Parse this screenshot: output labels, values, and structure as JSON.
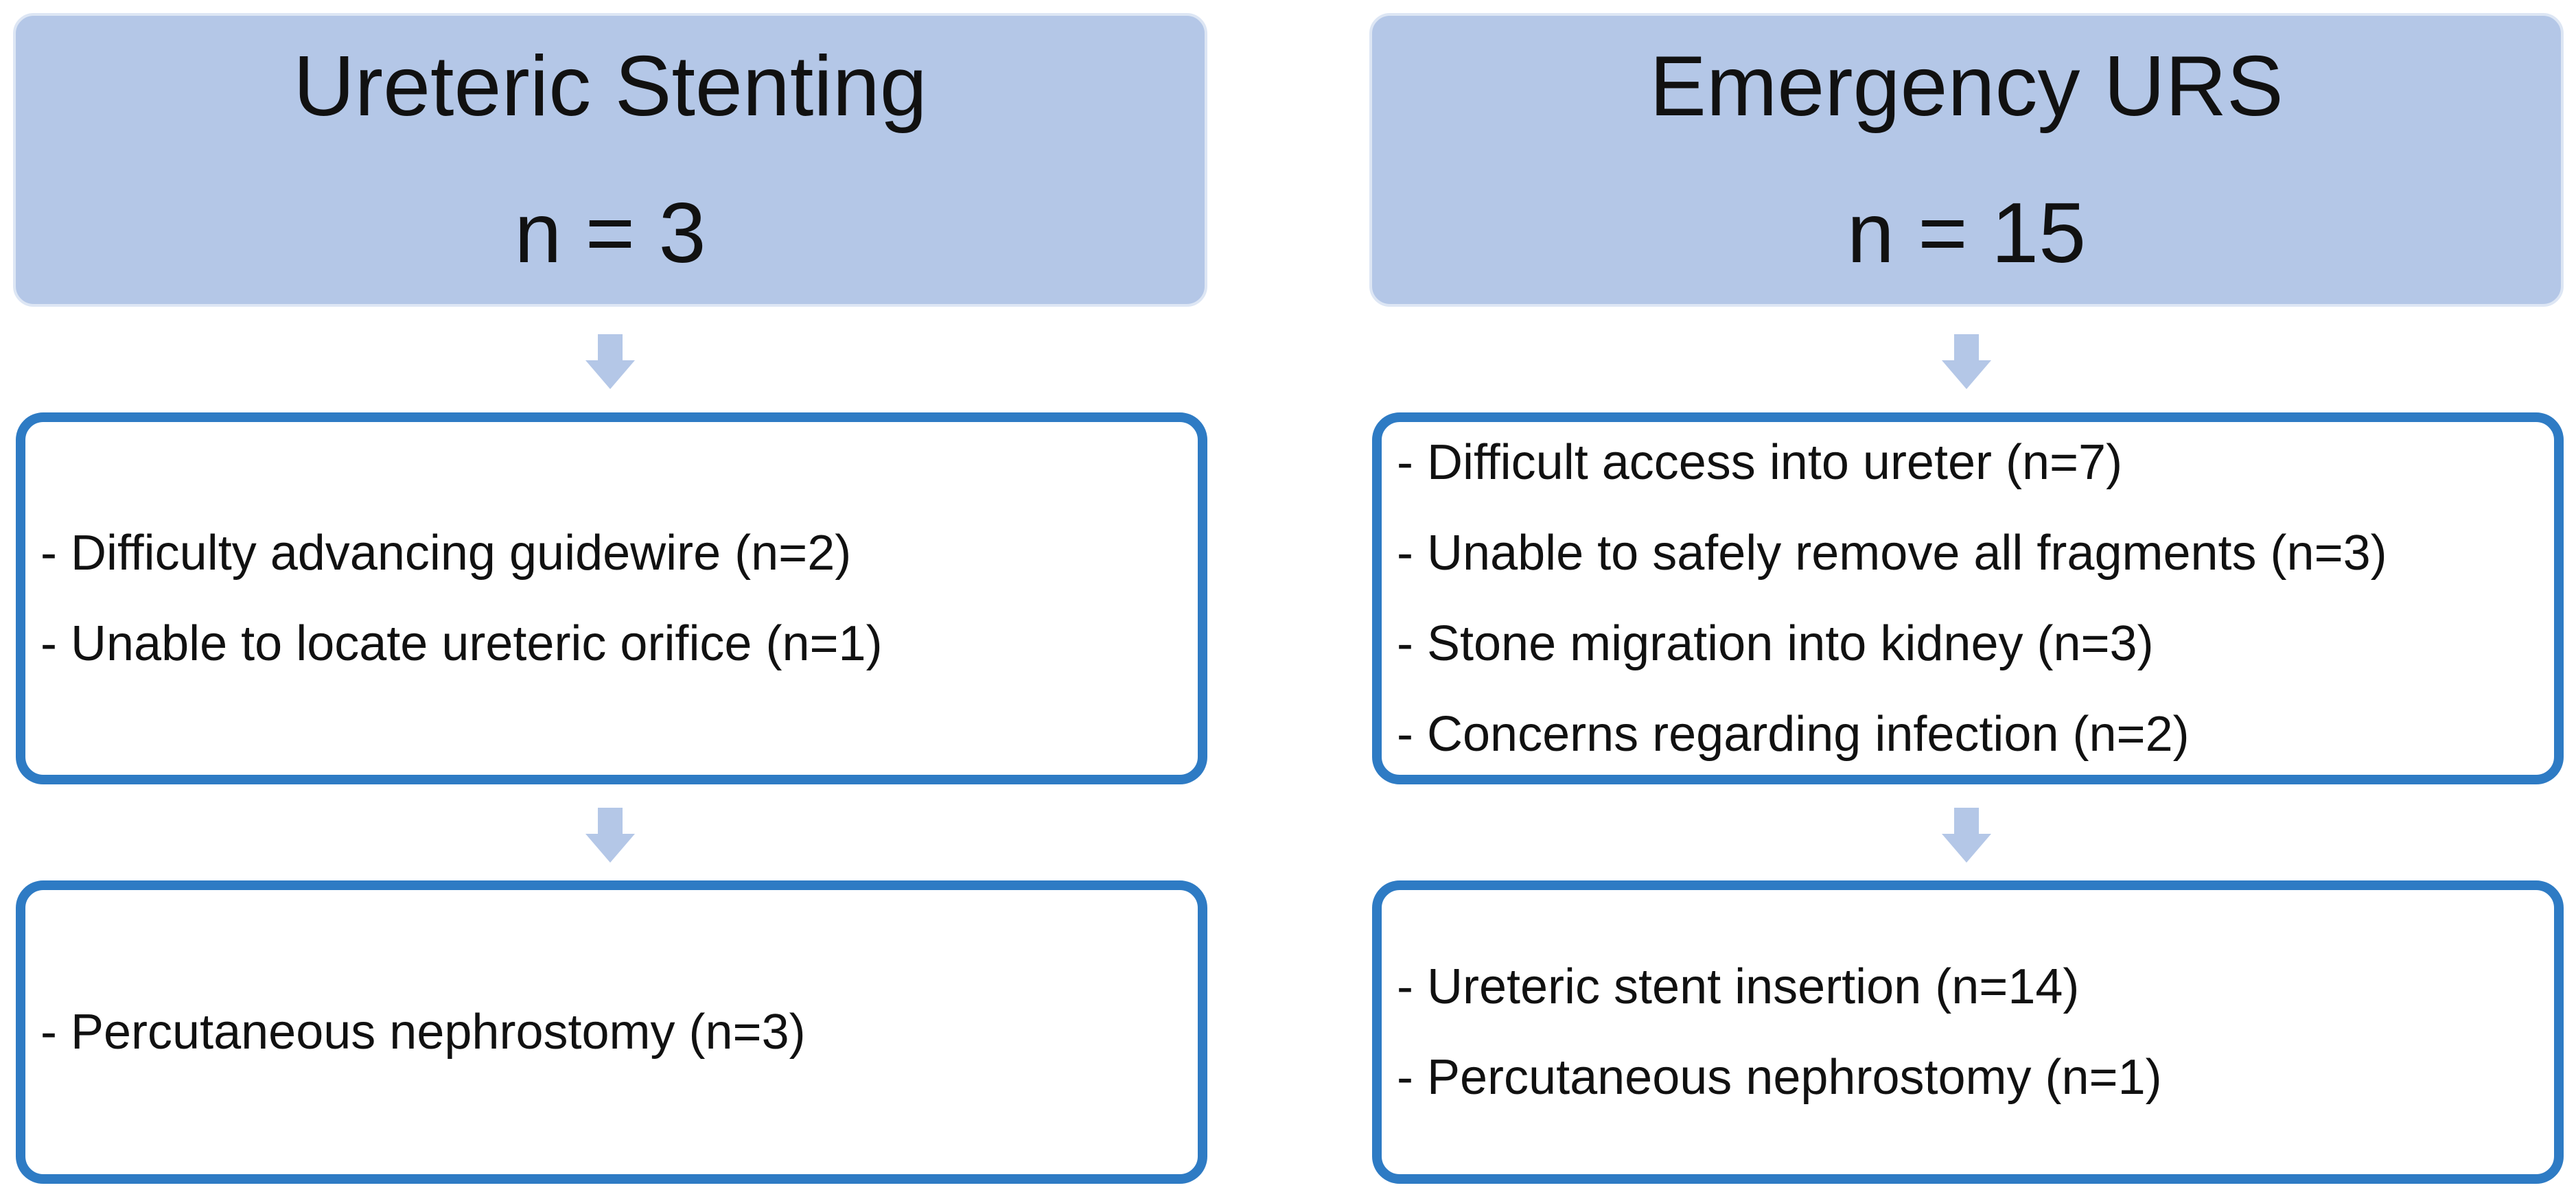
{
  "left": {
    "title": "Ureteric Stenting",
    "count": "n = 3",
    "reasons": [
      "- Difficulty advancing guidewire (n=2)",
      "- Unable to locate ureteric orifice (n=1)"
    ],
    "outcomes": [
      "- Percutaneous nephrostomy (n=3)"
    ]
  },
  "right": {
    "title": "Emergency URS",
    "count": "n = 15",
    "reasons": [
      "- Difficult access into ureter (n=7)",
      "- Unable to safely remove all fragments (n=3)",
      "- Stone migration into kidney (n=3)",
      "- Concerns regarding infection (n=2)"
    ],
    "outcomes": [
      "- Ureteric stent insertion (n=14)",
      "- Percutaneous nephrostomy (n=1)"
    ]
  },
  "colors": {
    "header_fill": "#b4c7e7",
    "box_border": "#2e7bc4",
    "arrow_fill": "#b4c7e7"
  }
}
